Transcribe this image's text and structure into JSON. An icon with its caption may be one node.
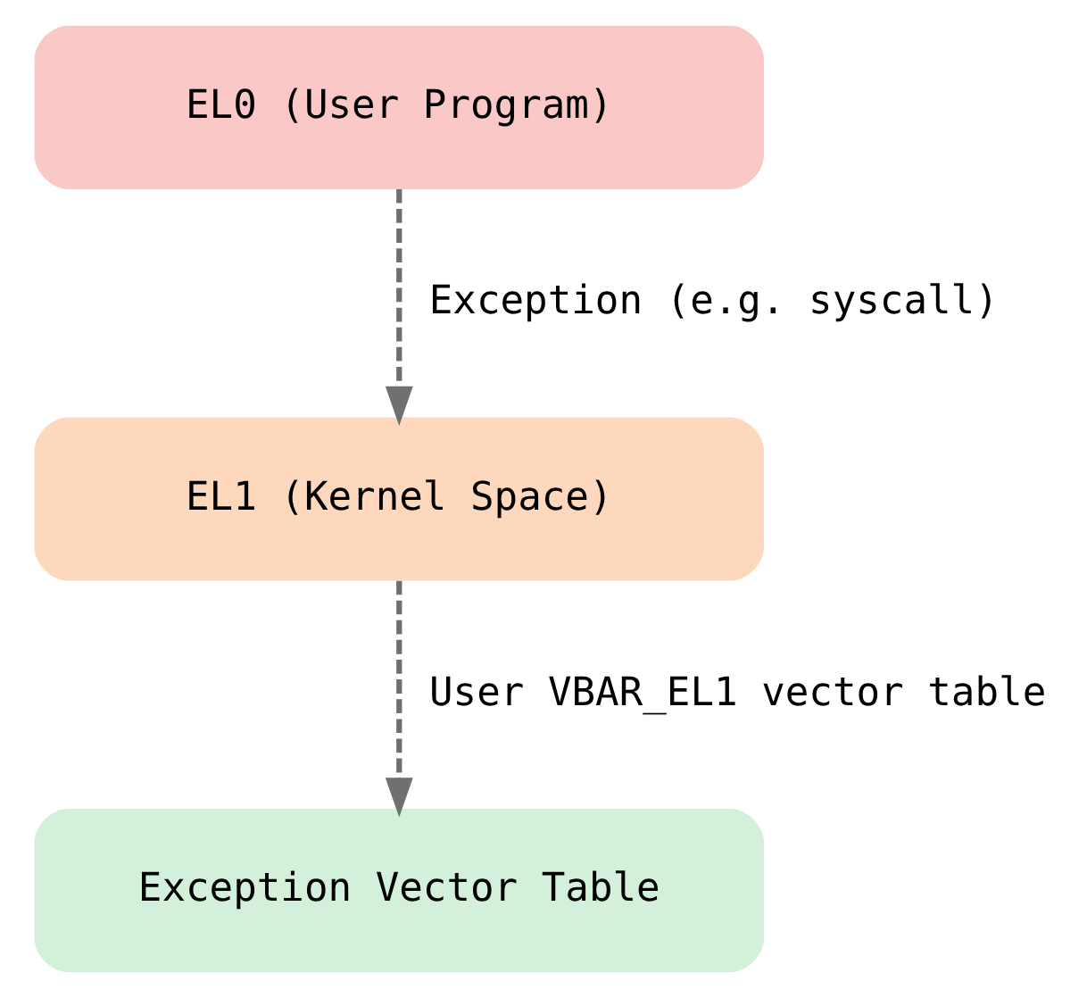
{
  "diagram": {
    "nodes": [
      {
        "text": [
          "EL0 (User Program)"
        ]
      },
      {
        "text": [
          "EL1 (Kernel Space)"
        ]
      },
      {
        "text": [
          "Exception Vector Table"
        ]
      }
    ],
    "edges": [
      {
        "from": 0,
        "to": 1,
        "arrow": "to",
        "label": "Exception (e.g. syscall)",
        "style": "dashed"
      },
      {
        "from": 1,
        "to": 2,
        "arrow": "to",
        "label": "User VBAR_EL1 vector table",
        "style": "dashed"
      }
    ]
  }
}
